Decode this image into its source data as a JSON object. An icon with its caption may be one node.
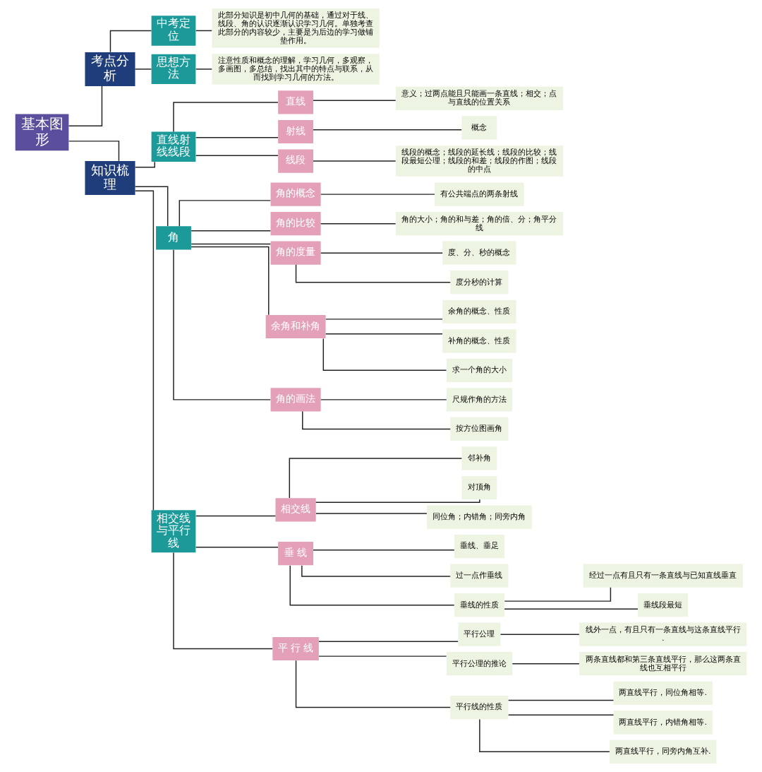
{
  "diagram": {
    "nodes": [
      {
        "text": [
          "基本图形"
        ]
      },
      {
        "text": [
          "考点分析"
        ]
      },
      {
        "text": [
          "中考定位"
        ]
      },
      {
        "text": [
          "此部分知识是初中几何的基础，通过对于线、线段、角的认识逐渐认识学习几何。单独考查此部分的内容较少，主要是为后边的学习做铺垫作用。"
        ]
      },
      {
        "text": [
          "思想方法"
        ]
      },
      {
        "text": [
          "注意性质和概念的理解，学习几何，多观察，多画图，多总结，找出其中的特点与联系，从而找到学习几何的方法。"
        ]
      },
      {
        "text": [
          "知识梳理"
        ]
      },
      {
        "text": [
          "直线射线线段"
        ]
      },
      {
        "text": [
          "直线"
        ]
      },
      {
        "text": [
          "意义；过两点能且只能画一条直线；相交；点与直线的位置关系"
        ]
      },
      {
        "text": [
          "射线"
        ]
      },
      {
        "text": [
          "概念"
        ]
      },
      {
        "text": [
          "线段"
        ]
      },
      {
        "text": [
          "线段的概念；线段的延长线；线段的比较；线段最短公理；线段的和差；线段的作图；线段的中点"
        ]
      },
      {
        "text": [
          "角"
        ]
      },
      {
        "text": [
          "角的概念"
        ]
      },
      {
        "text": [
          "有公共端点的两条射线"
        ]
      },
      {
        "text": [
          "角的比较"
        ]
      },
      {
        "text": [
          "角的大小；角的和与差；角的倍、分；角平分线"
        ]
      },
      {
        "text": [
          "角的度量"
        ]
      },
      {
        "text": [
          "度、分、秒的概念"
        ]
      },
      {
        "text": [
          "度分秒的计算"
        ]
      },
      {
        "text": [
          "余角和补角"
        ]
      },
      {
        "text": [
          "余角的概念、性质"
        ]
      },
      {
        "text": [
          "补角的概念、性质"
        ]
      },
      {
        "text": [
          "求一个角的大小"
        ]
      },
      {
        "text": [
          "角的画法"
        ]
      },
      {
        "text": [
          "尺规作角的方法"
        ]
      },
      {
        "text": [
          "按方位图画角"
        ]
      },
      {
        "text": [
          "相交线与平行线"
        ]
      },
      {
        "text": [
          "相交线"
        ]
      },
      {
        "text": [
          "邻补角"
        ]
      },
      {
        "text": [
          "对顶角"
        ]
      },
      {
        "text": [
          "同位角；内错角；同旁内角"
        ]
      },
      {
        "text": [
          "垂 线"
        ]
      },
      {
        "text": [
          "垂线、垂足"
        ]
      },
      {
        "text": [
          "过一点作垂线"
        ]
      },
      {
        "text": [
          "垂线的性质"
        ]
      },
      {
        "text": [
          "经过一点有且只有一条直线与已知直线垂直"
        ]
      },
      {
        "text": [
          "垂线段最短"
        ]
      },
      {
        "text": [
          "平 行 线"
        ]
      },
      {
        "text": [
          "平行公理"
        ]
      },
      {
        "text": [
          "线外一点，有且只有一条直线与这条直线平行."
        ]
      },
      {
        "text": [
          "平行公理的推论"
        ]
      },
      {
        "text": [
          "两条直线都和第三条直线平行，那么这两条直线也互相平行"
        ]
      },
      {
        "text": [
          "平行线的性质"
        ]
      },
      {
        "text": [
          "两直线平行，同位角相等."
        ]
      },
      {
        "text": [
          "两直线平行，内错角相等."
        ]
      },
      {
        "text": [
          "两直线平行，同旁内角互补."
        ]
      }
    ],
    "edges": [
      {
        "from": 0,
        "to": 1,
        "arrow": "none"
      },
      {
        "from": 1,
        "to": 2,
        "arrow": "none"
      },
      {
        "from": 2,
        "to": 3,
        "arrow": "none"
      },
      {
        "from": 1,
        "to": 4,
        "arrow": "none"
      },
      {
        "from": 4,
        "to": 5,
        "arrow": "none"
      },
      {
        "from": 0,
        "to": 6,
        "arrow": "none"
      },
      {
        "from": 6,
        "to": 7,
        "arrow": "none"
      },
      {
        "from": 7,
        "to": 8,
        "arrow": "none"
      },
      {
        "from": 8,
        "to": 9,
        "arrow": "none"
      },
      {
        "from": 7,
        "to": 10,
        "arrow": "none"
      },
      {
        "from": 10,
        "to": 11,
        "arrow": "none"
      },
      {
        "from": 7,
        "to": 12,
        "arrow": "none"
      },
      {
        "from": 12,
        "to": 13,
        "arrow": "none"
      },
      {
        "from": 6,
        "to": 14,
        "arrow": "none"
      },
      {
        "from": 14,
        "to": 15,
        "arrow": "none"
      },
      {
        "from": 15,
        "to": 16,
        "arrow": "none"
      },
      {
        "from": 14,
        "to": 17,
        "arrow": "none"
      },
      {
        "from": 17,
        "to": 18,
        "arrow": "none"
      },
      {
        "from": 14,
        "to": 19,
        "arrow": "none"
      },
      {
        "from": 19,
        "to": 20,
        "arrow": "none"
      },
      {
        "from": 19,
        "to": 21,
        "arrow": "none"
      },
      {
        "from": 14,
        "to": 22,
        "arrow": "none"
      },
      {
        "from": 22,
        "to": 23,
        "arrow": "none"
      },
      {
        "from": 22,
        "to": 24,
        "arrow": "none"
      },
      {
        "from": 22,
        "to": 25,
        "arrow": "none"
      },
      {
        "from": 14,
        "to": 26,
        "arrow": "none"
      },
      {
        "from": 26,
        "to": 27,
        "arrow": "none"
      },
      {
        "from": 26,
        "to": 28,
        "arrow": "none"
      },
      {
        "from": 6,
        "to": 29,
        "arrow": "none"
      },
      {
        "from": 29,
        "to": 30,
        "arrow": "none"
      },
      {
        "from": 30,
        "to": 31,
        "arrow": "none"
      },
      {
        "from": 30,
        "to": 32,
        "arrow": "none"
      },
      {
        "from": 30,
        "to": 33,
        "arrow": "none"
      },
      {
        "from": 29,
        "to": 34,
        "arrow": "none"
      },
      {
        "from": 34,
        "to": 35,
        "arrow": "none"
      },
      {
        "from": 34,
        "to": 36,
        "arrow": "none"
      },
      {
        "from": 34,
        "to": 37,
        "arrow": "none"
      },
      {
        "from": 37,
        "to": 38,
        "arrow": "none"
      },
      {
        "from": 37,
        "to": 39,
        "arrow": "none"
      },
      {
        "from": 29,
        "to": 40,
        "arrow": "none"
      },
      {
        "from": 40,
        "to": 41,
        "arrow": "none"
      },
      {
        "from": 41,
        "to": 42,
        "arrow": "none"
      },
      {
        "from": 40,
        "to": 43,
        "arrow": "none"
      },
      {
        "from": 43,
        "to": 44,
        "arrow": "none"
      },
      {
        "from": 40,
        "to": 45,
        "arrow": "none"
      },
      {
        "from": 45,
        "to": 46,
        "arrow": "none"
      },
      {
        "from": 45,
        "to": 47,
        "arrow": "none"
      },
      {
        "from": 45,
        "to": 48,
        "arrow": "none"
      }
    ]
  }
}
